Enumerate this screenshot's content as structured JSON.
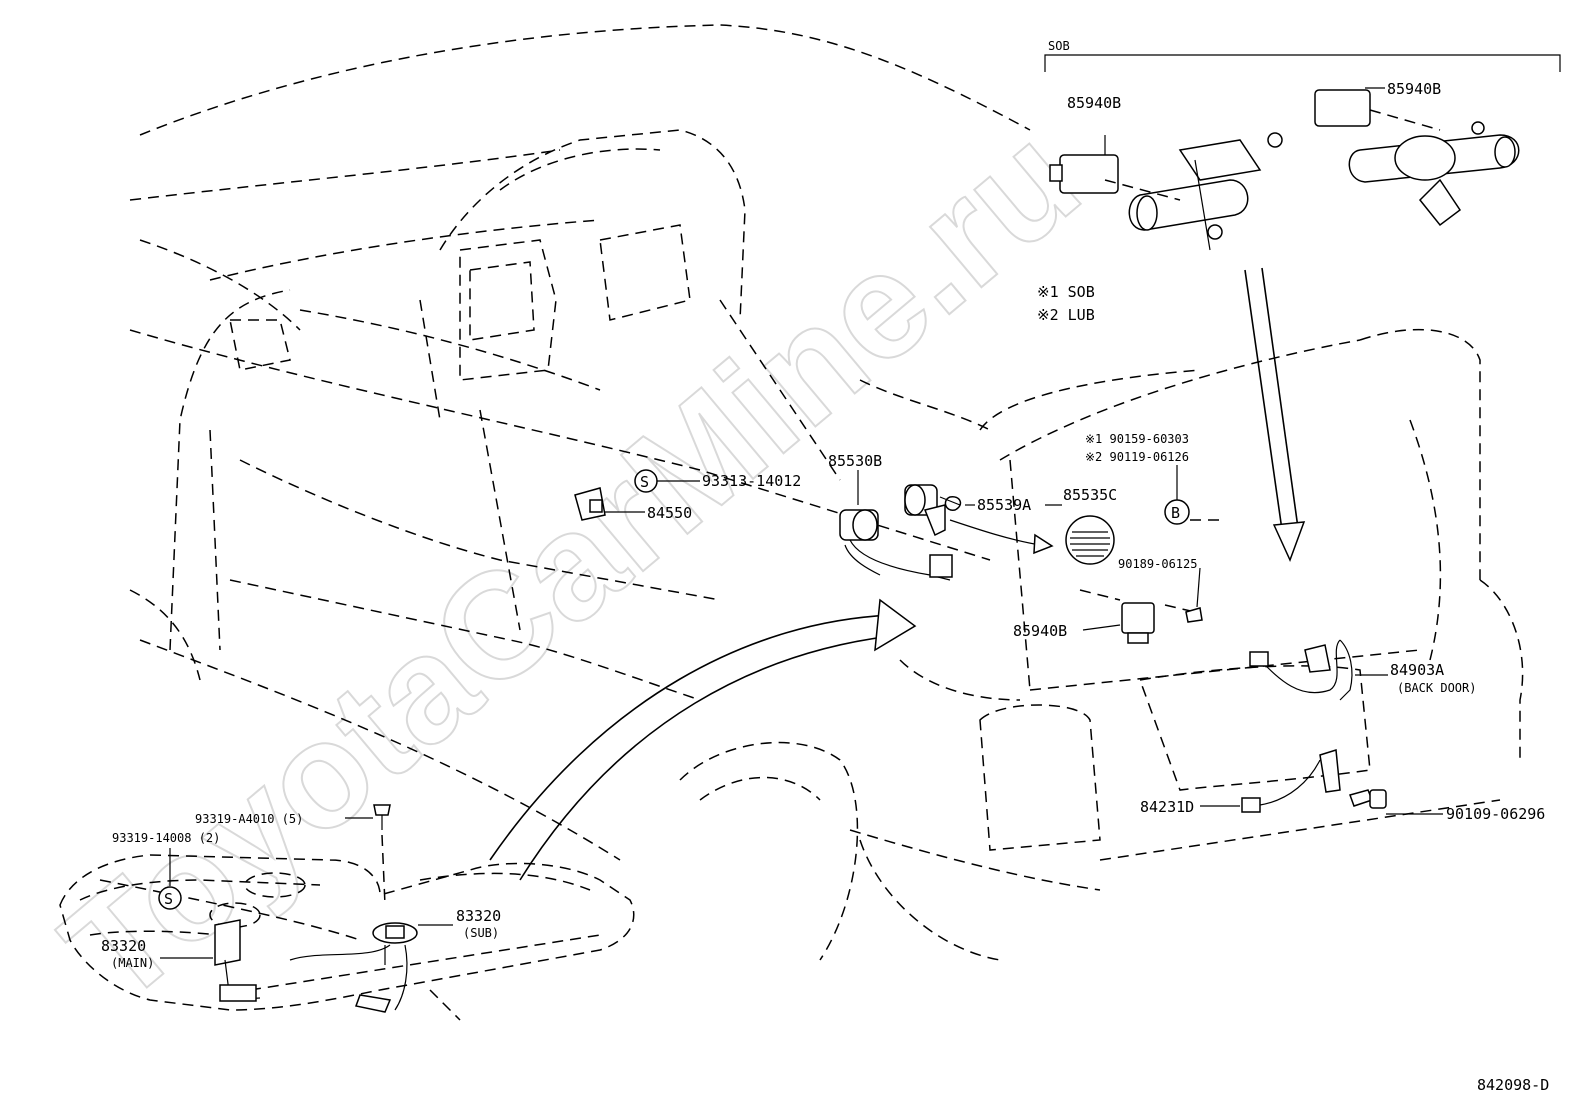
{
  "watermark": "ToyotaCarMine.ru",
  "legend": {
    "bracket_label": "SOB",
    "note1": "※1 SOB",
    "note2": "※2 LUB"
  },
  "callouts": {
    "sob_relay_left": "85940B",
    "sob_relay_right": "85940B",
    "switch_85530b": "85530B",
    "part_85539a": "85539A",
    "part_85535c": "85535C",
    "bolt_note1": "※1 90159-60303",
    "bolt_note2": "※2 90119-06126",
    "screw_90189": "90189-06125",
    "relay_85940b": "85940B",
    "wire_84903a": "84903A",
    "wire_84903a_note": "(BACK DOOR)",
    "wire_84231d": "84231D",
    "bolt_90109": "90109-06296",
    "screw_93313": "93313-14012",
    "switch_84550": "84550",
    "screw_93319_a": "93319-A4010 (5)",
    "screw_93319_b": "93319-14008 (2)",
    "gauge_main": "83320",
    "gauge_main_note": "(MAIN)",
    "gauge_sub": "83320",
    "gauge_sub_note": "(SUB)",
    "marker_s": "S",
    "marker_b": "B",
    "drawing_number": "842098-D"
  }
}
